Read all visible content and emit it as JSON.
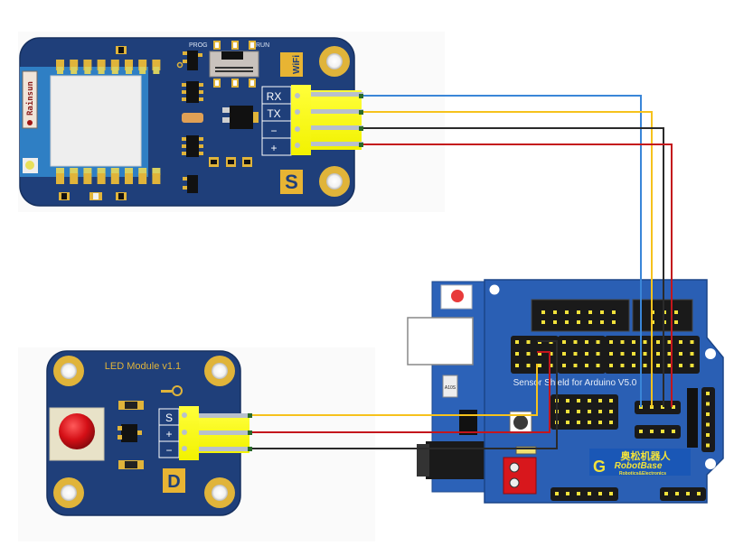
{
  "diagram": {
    "title": "ESP8266 WiFi module and LED module wired to Sensor Shield for Arduino",
    "colors": {
      "pcb_blue": "#1f3f7a",
      "pcb_blue_light": "#2c62b8",
      "pad_gold": "#e0b43a",
      "connector_yellow": "#ffff00",
      "wire_blue": "#3a86d8",
      "wire_yellow": "#f6c21c",
      "wire_black": "#2a2a2a",
      "wire_red": "#c4161c"
    }
  },
  "wifi_module": {
    "chip_brand": "Rainsun",
    "switch_left_label": "PROG",
    "switch_right_label": "RUN",
    "logo_label": "WiFi",
    "module_mark": "S",
    "pins": [
      "RX",
      "TX",
      "−",
      "+"
    ]
  },
  "led_module": {
    "title": "LED Module v1.1",
    "pins": [
      "S",
      "+",
      "−"
    ],
    "module_mark": "D"
  },
  "shield": {
    "title": "Sensor Shield for Arduino V5.0",
    "brand_cn": "奥松机器人",
    "brand_en": "RobotBase",
    "brand_tagline": "Robotics&Electronics",
    "regulator_label": "A10S"
  },
  "wires": [
    {
      "from": "wifi_module.RX",
      "to": "shield.serial_header.pin1",
      "color": "blue"
    },
    {
      "from": "wifi_module.TX",
      "to": "shield.serial_header.pin2",
      "color": "yellow"
    },
    {
      "from": "wifi_module.GND",
      "to": "shield.serial_header.pin3",
      "color": "black"
    },
    {
      "from": "wifi_module.VCC",
      "to": "shield.serial_header.pin4",
      "color": "red"
    },
    {
      "from": "led_module.S",
      "to": "shield.digital_header.signal",
      "color": "yellow"
    },
    {
      "from": "led_module.VCC",
      "to": "shield.digital_header.vcc",
      "color": "red"
    },
    {
      "from": "led_module.GND",
      "to": "shield.digital_header.gnd",
      "color": "black"
    }
  ]
}
